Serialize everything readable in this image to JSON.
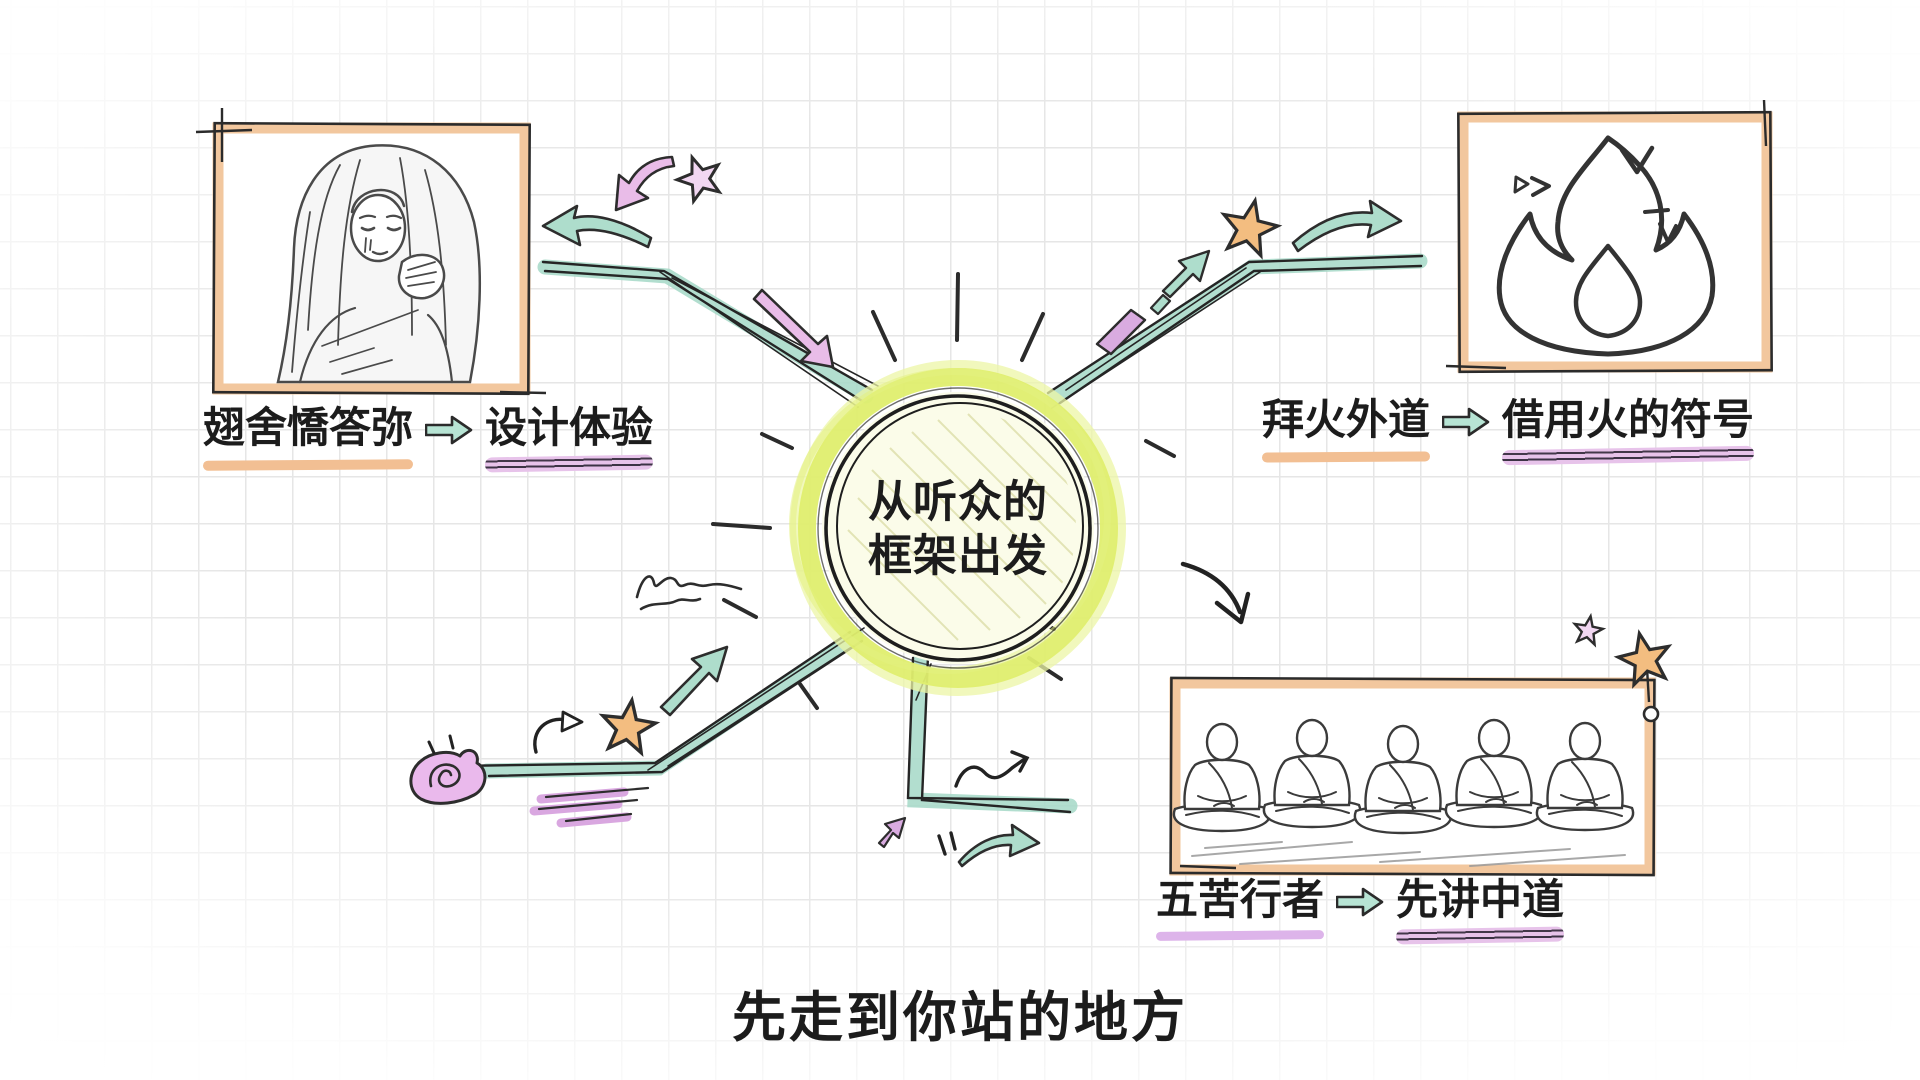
{
  "center": {
    "line1": "从听众的",
    "line2": "框架出发"
  },
  "branches": {
    "top_left": {
      "source": "翅舍憍答弥",
      "target": "设计体验",
      "image": "grieving-woman-sketch"
    },
    "top_right": {
      "source": "拜火外道",
      "target": "借用火的符号",
      "image": "flame-sketch"
    },
    "bottom_right": {
      "source": "五苦行者",
      "target": "先讲中道",
      "image": "five-meditating-monks-sketch"
    }
  },
  "caption": {
    "text": "先走到你站的地方"
  },
  "colors": {
    "spoke_teal": "#a5d8c7",
    "arrow_mint": "#aeddcc",
    "label_arrow_mint": "#b7e4d4",
    "glow_green": "#dfee6e",
    "hub_fill": "#fbfce9",
    "frame_orange": "#f2c79e",
    "underline_orange": "#f2bf93",
    "star_orange": "#f3bd80",
    "pink": "#e9bce8",
    "purple_highlight": "#e7c3ea",
    "speedline_purple": "#d9a7e0",
    "ink": "#2d2d2d",
    "grid": "#e2e2e2"
  }
}
